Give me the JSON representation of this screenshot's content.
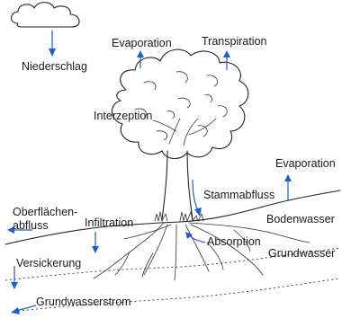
{
  "labels": {
    "niederschlag": "Niederschlag",
    "evaporation_top": "Evaporation",
    "transpiration": "Transpiration",
    "interzeption": "Interzeption",
    "evaporation_right": "Evaporation",
    "stammabfluss": "Stammabfluss",
    "oberflaechen": "Oberflächen-",
    "abfluss": "abfluss",
    "infiltration": "Infiltration",
    "bodenwasser": "Bodenwasser",
    "absorption": "Absorption",
    "grundwasser": "Grundwasser",
    "versickerung": "Versickerung",
    "grundwasserstrom": "Grundwasserstrom"
  },
  "colors": {
    "arrow": "#1f5fbf",
    "ink": "#222222"
  }
}
